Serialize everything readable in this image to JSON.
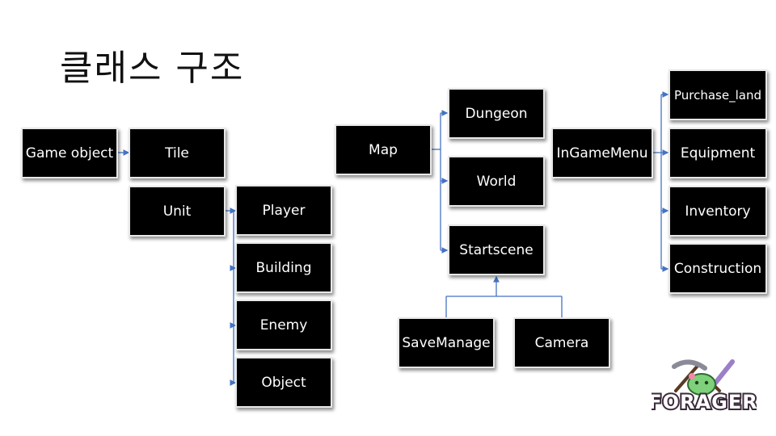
{
  "title": "클래스 구조",
  "nodes": {
    "game_object": "Game object",
    "tile": "Tile",
    "unit": "Unit",
    "player": "Player",
    "building": "Building",
    "enemy": "Enemy",
    "object": "Object",
    "map": "Map",
    "dungeon": "Dungeon",
    "world": "World",
    "startscene": "Startscene",
    "savemanage": "SaveManage",
    "camera": "Camera",
    "ingamemenu": "InGameMenu",
    "purchase_land": "Purchase_land",
    "equipment": "Equipment",
    "inventory": "Inventory",
    "construction": "Construction"
  },
  "logo": {
    "text": "FORAGER"
  },
  "colors": {
    "connector": "#4472c4",
    "box": "#000000",
    "box_text": "#ffffff"
  }
}
